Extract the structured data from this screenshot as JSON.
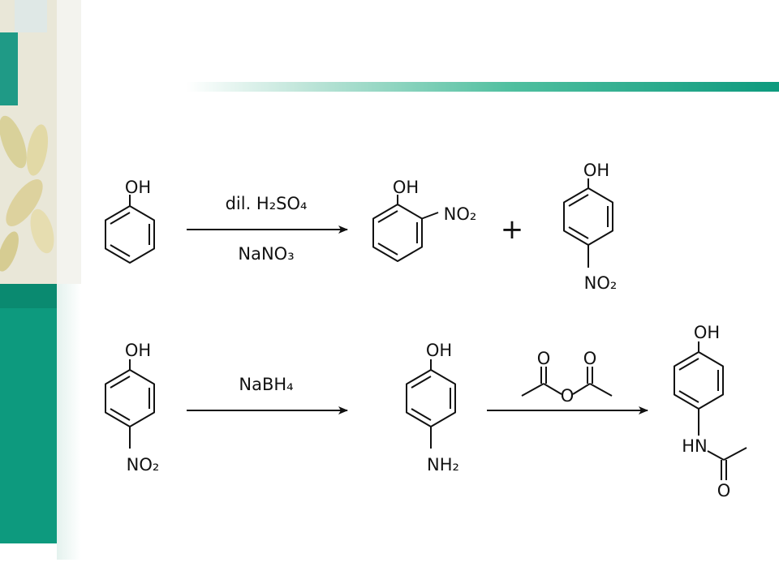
{
  "colors": {
    "accent": "#0d9a7e",
    "ink": "#111111",
    "background": "#ffffff"
  },
  "reaction1": {
    "reactant": {
      "oh": "OH"
    },
    "reagent_top": "dil. H₂SO₄",
    "reagent_bottom": "NaNO₃",
    "product_ortho": {
      "oh": "OH",
      "no2": "NO₂"
    },
    "plus": "+",
    "product_para": {
      "oh": "OH",
      "no2": "NO₂"
    }
  },
  "reaction2": {
    "reactant": {
      "oh": "OH",
      "no2": "NO₂"
    },
    "reagent": "NaBH₄",
    "intermediate": {
      "oh": "OH",
      "nh2": "NH₂"
    },
    "anhydride": {
      "o_left": "O",
      "o_right": "O",
      "o_bridge": "O"
    },
    "product": {
      "oh": "OH",
      "hn": "HN",
      "o": "O"
    }
  }
}
